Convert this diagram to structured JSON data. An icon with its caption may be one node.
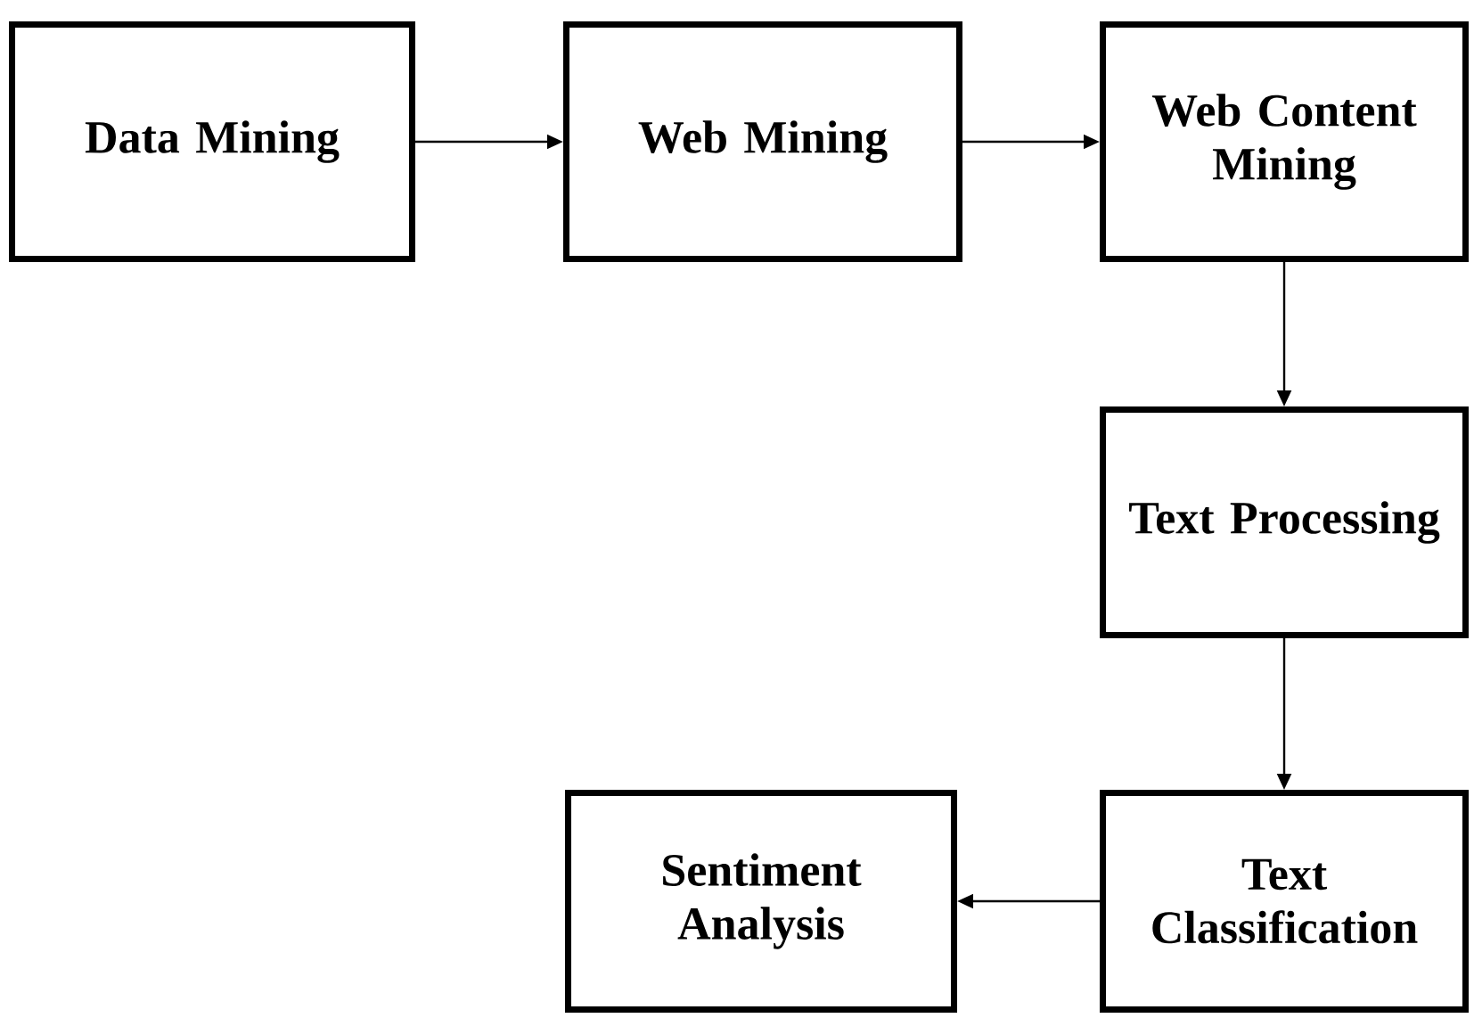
{
  "diagram": {
    "nodes": [
      {
        "text": [
          "Data Mining"
        ]
      },
      {
        "text": [
          "Web Mining"
        ]
      },
      {
        "text": [
          "Web Content Mining"
        ]
      },
      {
        "text": [
          "Text Processing"
        ]
      },
      {
        "text": [
          "Text Classification"
        ]
      },
      {
        "text": [
          "Sentiment Analysis"
        ]
      }
    ],
    "edges": [
      {
        "from": 0,
        "to": 1,
        "arrow": "to"
      },
      {
        "from": 1,
        "to": 2,
        "arrow": "to"
      },
      {
        "from": 2,
        "to": 3,
        "arrow": "to"
      },
      {
        "from": 3,
        "to": 4,
        "arrow": "to"
      },
      {
        "from": 4,
        "to": 5,
        "arrow": "to"
      }
    ]
  }
}
